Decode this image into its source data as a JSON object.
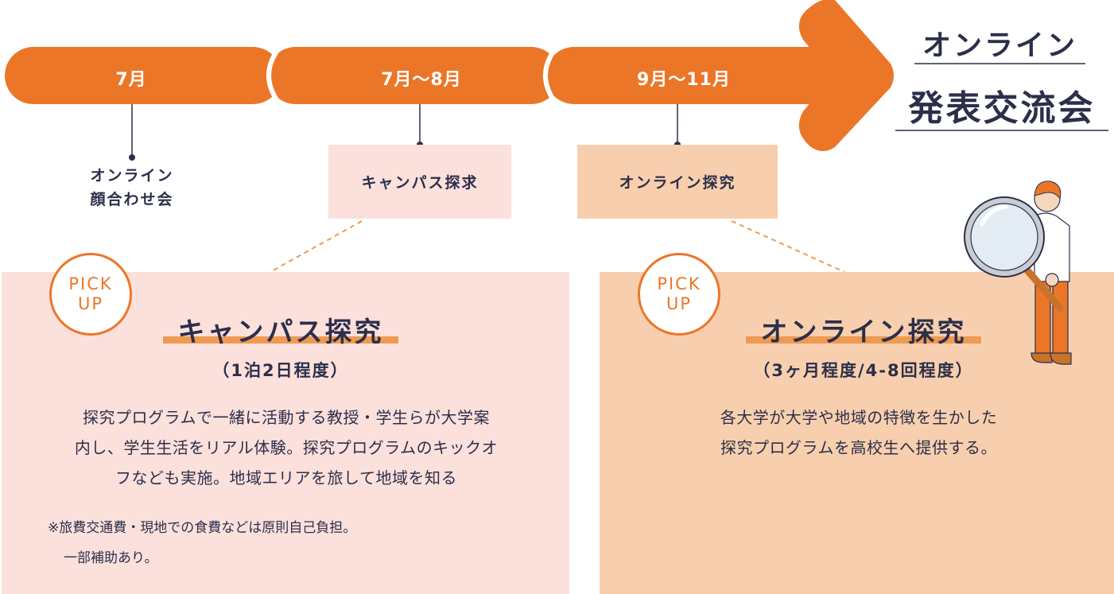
{
  "timeline": {
    "months": [
      "7月",
      "7月〜8月",
      "9月〜11月"
    ],
    "stages": [
      "オンライン\n顔合わせ会",
      "キャンパス探求",
      "オンライン探究"
    ],
    "final_line1": "オンライン",
    "final_line2": "発表交流会"
  },
  "panels": [
    {
      "badge_line1": "PICK",
      "badge_line2": "UP",
      "title": "キャンパス探究",
      "subtitle": "（1泊2日程度）",
      "body_lines": [
        "探究プログラムで一緒に活動する教授・学生らが大学案",
        "内し、学生生活をリアル体験。探究プログラムのキックオ",
        "フなども実施。地域エリアを旅して地域を知る"
      ],
      "note_lines": [
        "※旅費交通費・現地での食費などは原則自己負担。",
        "一部補助あり。"
      ]
    },
    {
      "badge_line1": "PICK",
      "badge_line2": "UP",
      "title": "オンライン探究",
      "subtitle": "（3ヶ月程度/4-8回程度）",
      "body_lines": [
        "各大学が大学や地域の特徴を生かした",
        "探究プログラムを高校生へ提供する。"
      ]
    }
  ],
  "colors": {
    "accent": "#ec7628",
    "underline": "#ee9a52",
    "panel_pink": "#fce0dc",
    "panel_peach": "#f8cfae",
    "text": "#2b2f4a"
  },
  "icons": [
    "magnifier-person-illustration"
  ]
}
